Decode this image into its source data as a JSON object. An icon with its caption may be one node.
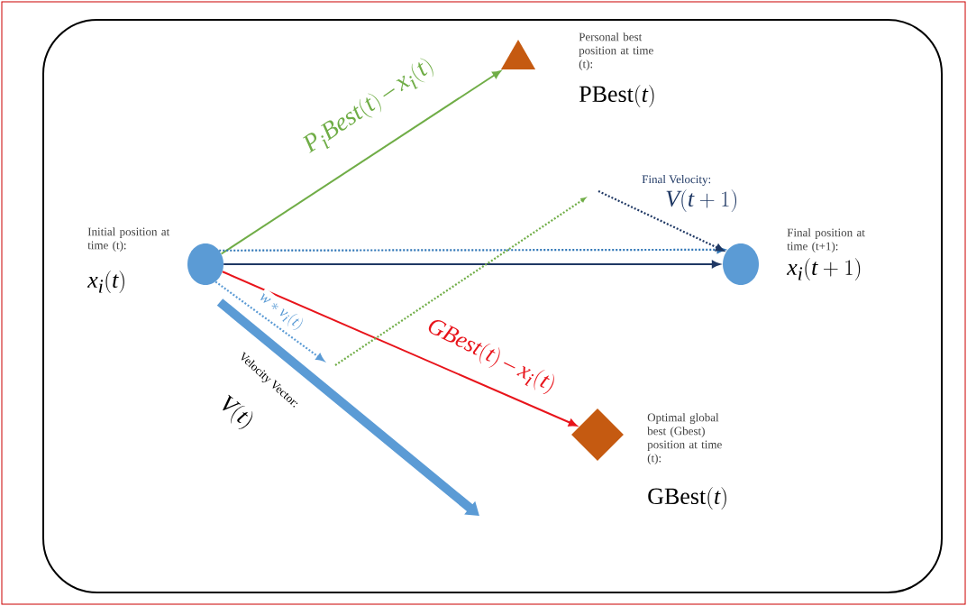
{
  "diagram": {
    "nodes": [
      {
        "text": [],
        "shape": "circle",
        "beside": [
          "Initial position at time (t):",
          "x_i(t)"
        ]
      },
      {
        "text": [],
        "shape": "triangle",
        "beside": [
          "Personal best position at time (t):",
          "\\mathrm{PBest}(t)"
        ]
      },
      {
        "text": [],
        "shape": "circle",
        "beside": [
          "Final position at time (t+1):",
          "x_i(t+1)"
        ]
      },
      {
        "text": [],
        "shape": "diamond",
        "beside": [
          "Optimal global best (Gbest) position at time (t):",
          "\\mathrm{GBest}(t)"
        ]
      }
    ],
    "edges": [
      {
        "from": 0,
        "to": 1,
        "arrow": "to",
        "label": "P_iBest(t) - x_i(t)",
        "color": "#70ad47"
      },
      {
        "from": 0,
        "to": 2,
        "arrow": "to",
        "color": "#1f3864"
      },
      {
        "from": 0,
        "to": 3,
        "arrow": "to",
        "label": "GBest(t) - x_i(t)",
        "color": "#e8141b"
      },
      {
        "from": 0,
        "to": 2,
        "arrow": "to",
        "style": "dashed",
        "color": "#2e75b6"
      },
      {
        "from": 0,
        "to": null,
        "arrow": "to",
        "style": "dashed",
        "label": "w * v_i(t)",
        "color": "#5b9bd5"
      },
      {
        "from": null,
        "to": 2,
        "arrow": "to",
        "style": "dashed",
        "color": "#1f3864"
      }
    ],
    "labels": [
      "Final Velocity:",
      "V(t+1)",
      "Velocity Vector:",
      "V(t)"
    ]
  }
}
